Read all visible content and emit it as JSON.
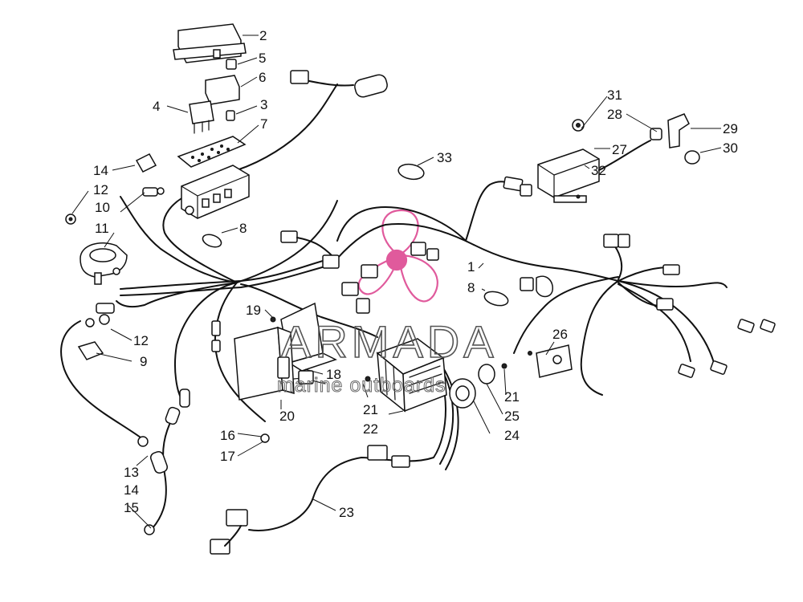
{
  "watermark": {
    "brand": "ARMADA",
    "subtitle": "marine outboards",
    "logo_icon": "propeller-icon",
    "logo_color": "#e05a9c"
  },
  "callouts": [
    {
      "id": "c1",
      "text": "1"
    },
    {
      "id": "c2",
      "text": "2"
    },
    {
      "id": "c3",
      "text": "3"
    },
    {
      "id": "c4",
      "text": "4"
    },
    {
      "id": "c5",
      "text": "5"
    },
    {
      "id": "c6",
      "text": "6"
    },
    {
      "id": "c7",
      "text": "7"
    },
    {
      "id": "c8a",
      "text": "8"
    },
    {
      "id": "c8b",
      "text": "8"
    },
    {
      "id": "c9",
      "text": "9"
    },
    {
      "id": "c10",
      "text": "10"
    },
    {
      "id": "c11",
      "text": "11"
    },
    {
      "id": "c12a",
      "text": "12"
    },
    {
      "id": "c12b",
      "text": "12"
    },
    {
      "id": "c13",
      "text": "13"
    },
    {
      "id": "c14a",
      "text": "14"
    },
    {
      "id": "c14b",
      "text": "14"
    },
    {
      "id": "c15",
      "text": "15"
    },
    {
      "id": "c16",
      "text": "16"
    },
    {
      "id": "c17",
      "text": "17"
    },
    {
      "id": "c18",
      "text": "18"
    },
    {
      "id": "c19",
      "text": "19"
    },
    {
      "id": "c20",
      "text": "20"
    },
    {
      "id": "c21a",
      "text": "21"
    },
    {
      "id": "c21b",
      "text": "21"
    },
    {
      "id": "c22",
      "text": "22"
    },
    {
      "id": "c23",
      "text": "23"
    },
    {
      "id": "c24",
      "text": "24"
    },
    {
      "id": "c25",
      "text": "25"
    },
    {
      "id": "c26",
      "text": "26"
    },
    {
      "id": "c27",
      "text": "27"
    },
    {
      "id": "c28",
      "text": "28"
    },
    {
      "id": "c29",
      "text": "29"
    },
    {
      "id": "c30",
      "text": "30"
    },
    {
      "id": "c31",
      "text": "31"
    },
    {
      "id": "c32",
      "text": "32"
    },
    {
      "id": "c33",
      "text": "33"
    }
  ]
}
